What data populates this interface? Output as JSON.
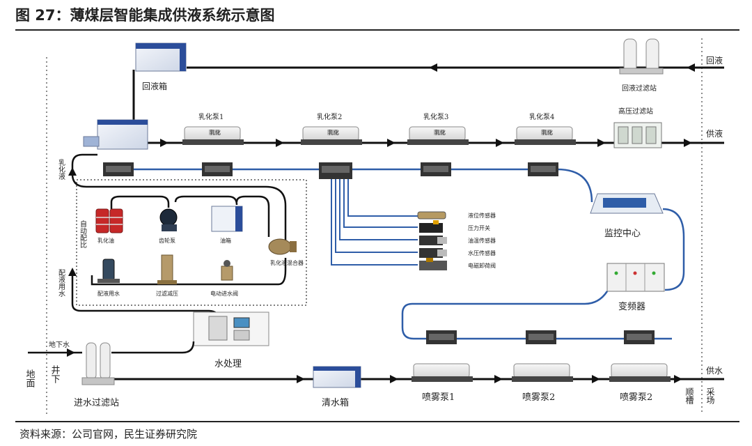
{
  "header": {
    "title": "图 27：薄煤层智能集成供液系统示意图"
  },
  "footer": {
    "source": "资料来源：公司官网，民生证券研究院"
  },
  "labels": {
    "return_tank": "回液箱",
    "return_filter": "回液过滤站",
    "return_liquid": "回液",
    "pump1": "乳化泵1",
    "pump2": "乳化泵2",
    "pump3": "乳化泵3",
    "pump4": "乳化泵4",
    "hp_filter": "高压过滤站",
    "supply_liquid": "供液",
    "emulsion": "乳化液",
    "auto_mix": "自动配比",
    "emulsion_oil": "乳化油",
    "oil_pump": "齿轮泵",
    "oil_tank": "油箱",
    "mixer": "乳化液混合器",
    "mix_water": "配液用水",
    "mix_water_pump": "配液用水",
    "filter_reduce": "过滤减压",
    "solenoid_valve": "电动进水阀",
    "sensor_level": "液位传感器",
    "sensor_pressure_switch": "压力开关",
    "sensor_temp": "油温传感器",
    "sensor_water_pressure": "水压传感器",
    "sensor_unload": "电磁卸荷阀",
    "monitor_center": "监控中心",
    "vfd": "变频器",
    "water_treatment": "水处理",
    "underground_water": "地下水",
    "ground": "地面",
    "well_down": "井下",
    "inlet_filter": "进水过滤站",
    "clean_tank": "清水箱",
    "spray1": "喷雾泵1",
    "spray2": "喷雾泵2",
    "spray3": "喷雾泵2",
    "supply_water": "供水",
    "trough": "顺槽",
    "face": "采场",
    "pump_tag": "乳化"
  },
  "colors": {
    "line_black": "#111111",
    "line_blue": "#2e5da8",
    "dotted": "#555555"
  }
}
